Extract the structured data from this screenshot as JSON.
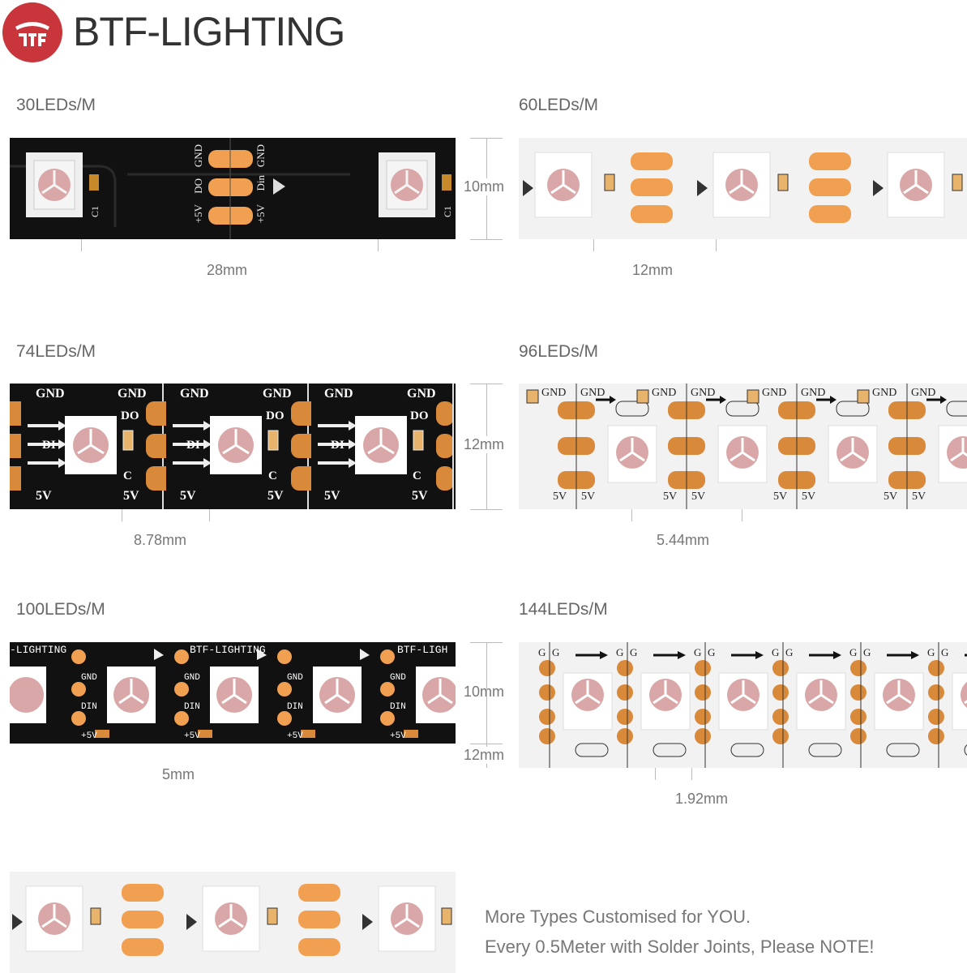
{
  "brand": {
    "name": "BTF-LIGHTING",
    "logo_icon": "btf-logo-icon",
    "logo_color": "#c8353b"
  },
  "strips": [
    {
      "label": "30LEDs/M",
      "pitch": "28mm",
      "width": "10mm",
      "pcb": "black"
    },
    {
      "label": "60LEDs/M",
      "pitch": "12mm",
      "pcb": "white"
    },
    {
      "label": "74LEDs/M",
      "pitch": "8.78mm",
      "width": "12mm",
      "pcb": "black"
    },
    {
      "label": "96LEDs/M",
      "pitch": "5.44mm",
      "pcb": "white"
    },
    {
      "label": "100LEDs/M",
      "pitch": "5mm",
      "width": "10mm",
      "pcb": "black"
    },
    {
      "label": "144LEDs/M",
      "pitch": "1.92mm",
      "width": "12mm",
      "pcb": "white"
    }
  ],
  "pad_labels": {
    "gnd": "GND",
    "do": "DO",
    "din": "Din",
    "plus5v": "+5V",
    "five_v": "5V",
    "di": "DI",
    "c": "C",
    "c1": "C1",
    "din_caps": "DIN",
    "plus5v_small": "+5V",
    "g": "G",
    "strip_brand": "BTF-LIGHTING"
  },
  "notes": {
    "line1": "More Types Customised for YOU.",
    "line2": "Every 0.5Meter with Solder Joints, Please NOTE!"
  },
  "colors": {
    "pad": "#f0a050",
    "pad_dark": "#d9893a",
    "black_pcb": "#111111",
    "white_pcb": "#f2f2f2"
  }
}
